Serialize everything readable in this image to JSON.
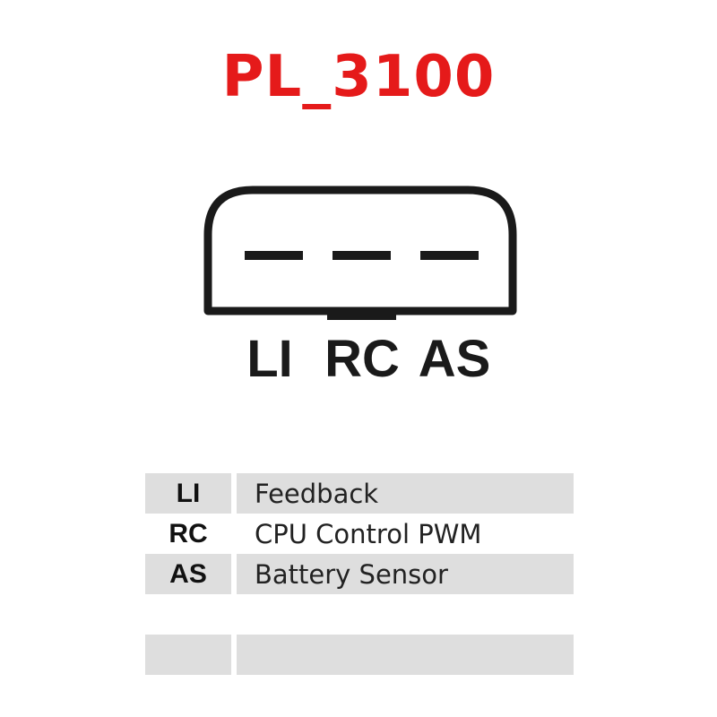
{
  "title": "PL_3100",
  "colors": {
    "title": "#e51a1a",
    "outline": "#1a1a1a",
    "row_shade": "#dedede"
  },
  "connector": {
    "pins": [
      {
        "label": "LI"
      },
      {
        "label": "RC"
      },
      {
        "label": "AS"
      }
    ]
  },
  "legend": {
    "rows": [
      {
        "code": "LI",
        "description": "Feedback",
        "shaded": true
      },
      {
        "code": "RC",
        "description": "CPU Control PWM",
        "shaded": false
      },
      {
        "code": "AS",
        "description": "Battery Sensor",
        "shaded": true
      },
      {
        "code": "",
        "description": "",
        "shaded": false
      },
      {
        "code": "",
        "description": "",
        "shaded": true
      }
    ]
  }
}
